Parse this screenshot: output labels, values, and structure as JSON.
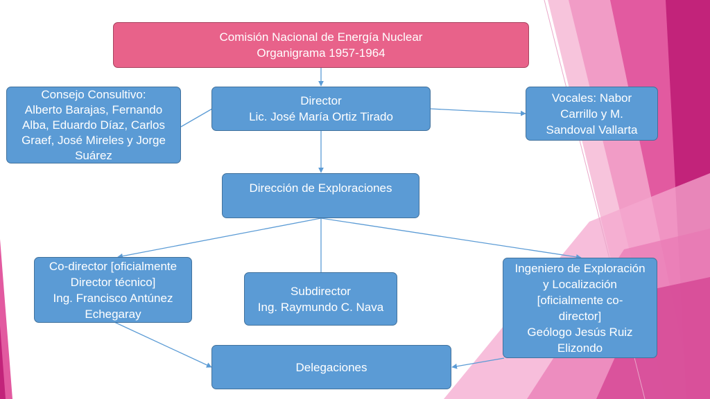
{
  "title": {
    "line1": "Comisión Nacional de Energía Nuclear",
    "line2": "Organigrama 1957-1964"
  },
  "director": {
    "line1": "Director",
    "line2": "Lic. José María Ortiz Tirado"
  },
  "consejo": {
    "line1": "Consejo Consultivo:",
    "line2": "Alberto Barajas, Fernando",
    "line3": "Alba, Eduardo Díaz, Carlos",
    "line4": "Graef, José Mireles y Jorge",
    "line5": "Suárez"
  },
  "vocales": {
    "line1": "Vocales: Nabor",
    "line2": "Carrillo y M.",
    "line3": "Sandoval Vallarta"
  },
  "direccion": {
    "line1": "Dirección de Exploraciones"
  },
  "codirector": {
    "line1": "Co-director [oficialmente",
    "line2": "Director técnico]",
    "line3": "Ing. Francisco Antúnez",
    "line4": "Echegaray"
  },
  "subdirector": {
    "line1": "Subdirector",
    "line2": "Ing. Raymundo C. Nava"
  },
  "ingeniero": {
    "line1": "Ingeniero de Exploración",
    "line2": "y Localización",
    "line3": "[oficialmente co-",
    "line4": "director]",
    "line5": "Geólogo Jesús Ruiz",
    "line6": "Elizondo"
  },
  "delegaciones": {
    "line1": "Delegaciones"
  },
  "colors": {
    "box_fill": "#5b9bd5",
    "box_border": "#41719c",
    "title_fill": "#e8628a",
    "accent_pink": "#c2237a"
  }
}
